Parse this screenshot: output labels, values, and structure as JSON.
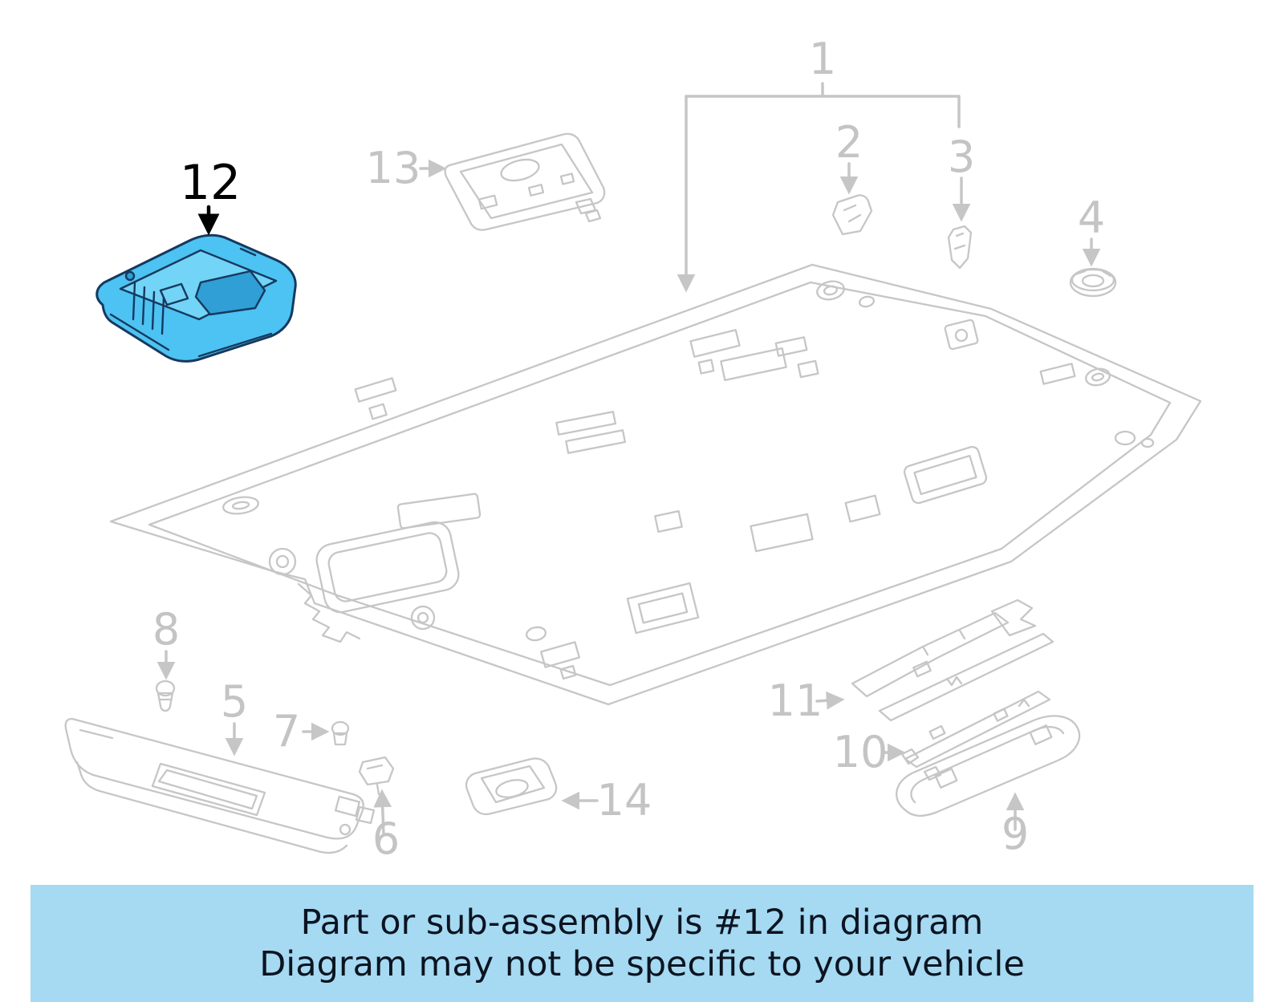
{
  "diagram": {
    "callouts": {
      "c1": "1",
      "c2": "2",
      "c3": "3",
      "c4": "4",
      "c5": "5",
      "c6": "6",
      "c7": "7",
      "c8": "8",
      "c9": "9",
      "c10": "10",
      "c11": "11",
      "c12": "12",
      "c13": "13",
      "c14": "14"
    },
    "highlighted_part_number": "12"
  },
  "caption": {
    "line1": "Part or sub-assembly is #12 in diagram",
    "line2": "Diagram may not be specific to your vehicle"
  },
  "colors": {
    "diagram_lines": "#c6c6c6",
    "callout_text": "#c4c4c4",
    "highlight_fill": "#4cc3f2",
    "highlight_outline": "#16395e",
    "highlight_callout": "#000000",
    "caption_background": "#a6d9f2",
    "caption_text": "#0b1420"
  }
}
